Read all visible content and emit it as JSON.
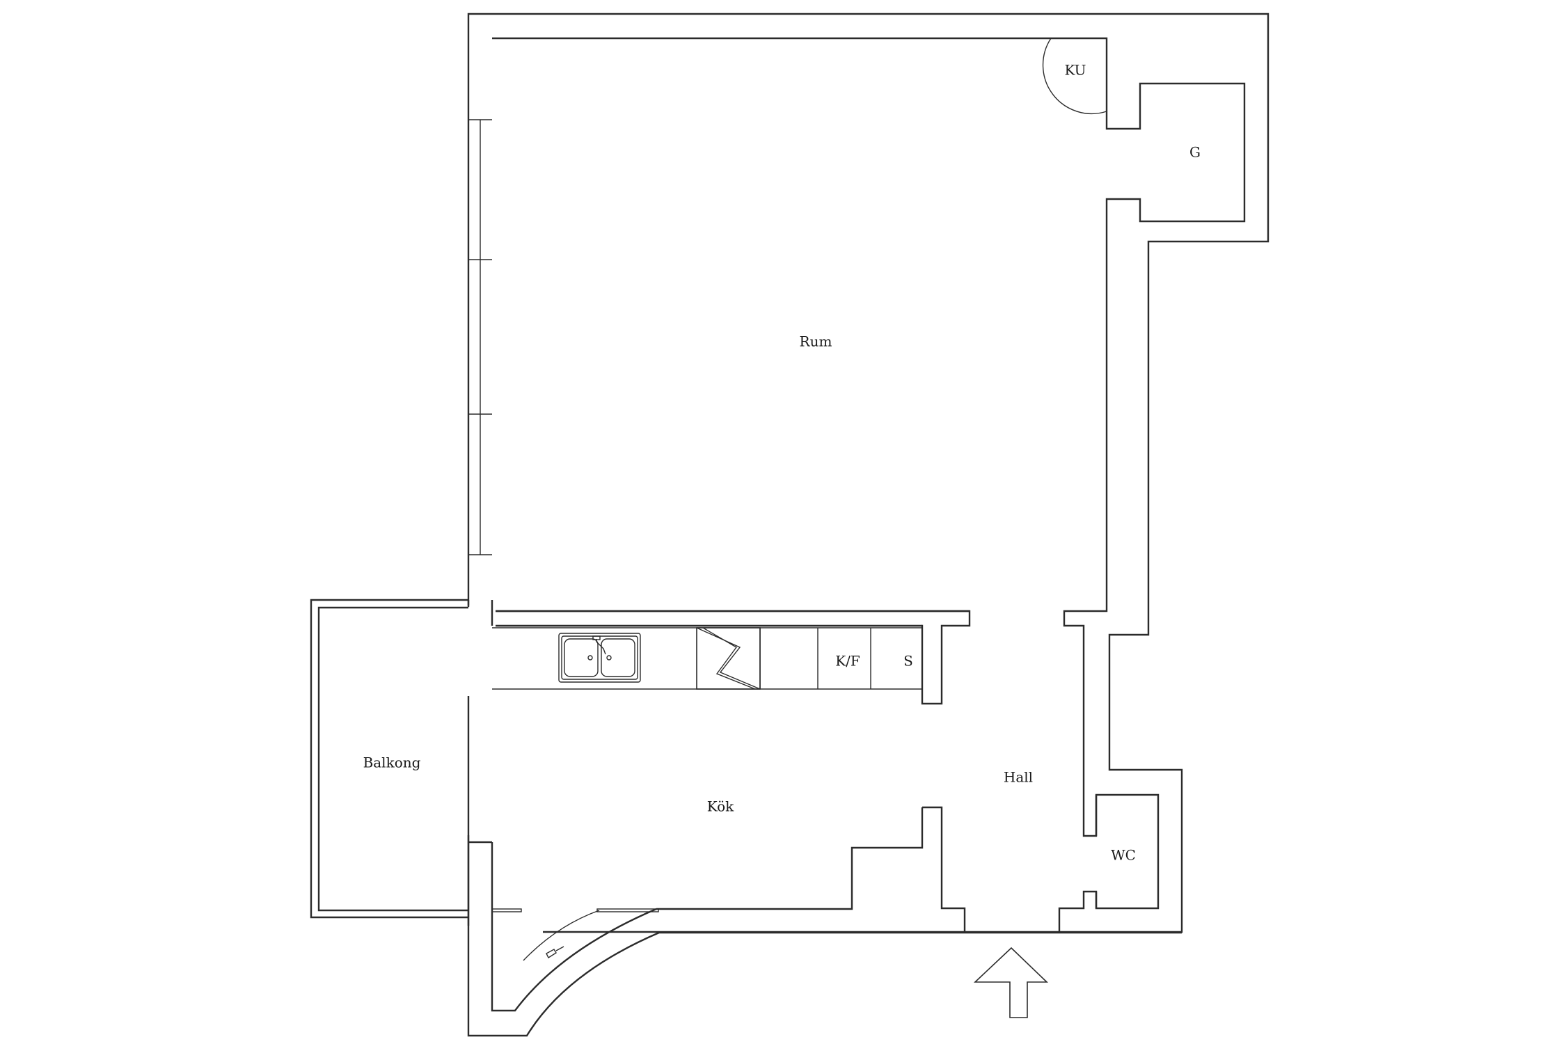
{
  "rooms": {
    "rum": "Rum",
    "ku": "KU",
    "g": "G",
    "balkong": "Balkong",
    "kok": "Kök",
    "hall": "Hall",
    "wc": "WC",
    "kf": "K/F",
    "s": "S"
  },
  "icons": {
    "entrance": "up-arrow-icon",
    "sink": "double-sink-icon",
    "stove": "stove-icon"
  },
  "colors": {
    "line": "#2b2b2b",
    "background": "#ffffff"
  }
}
